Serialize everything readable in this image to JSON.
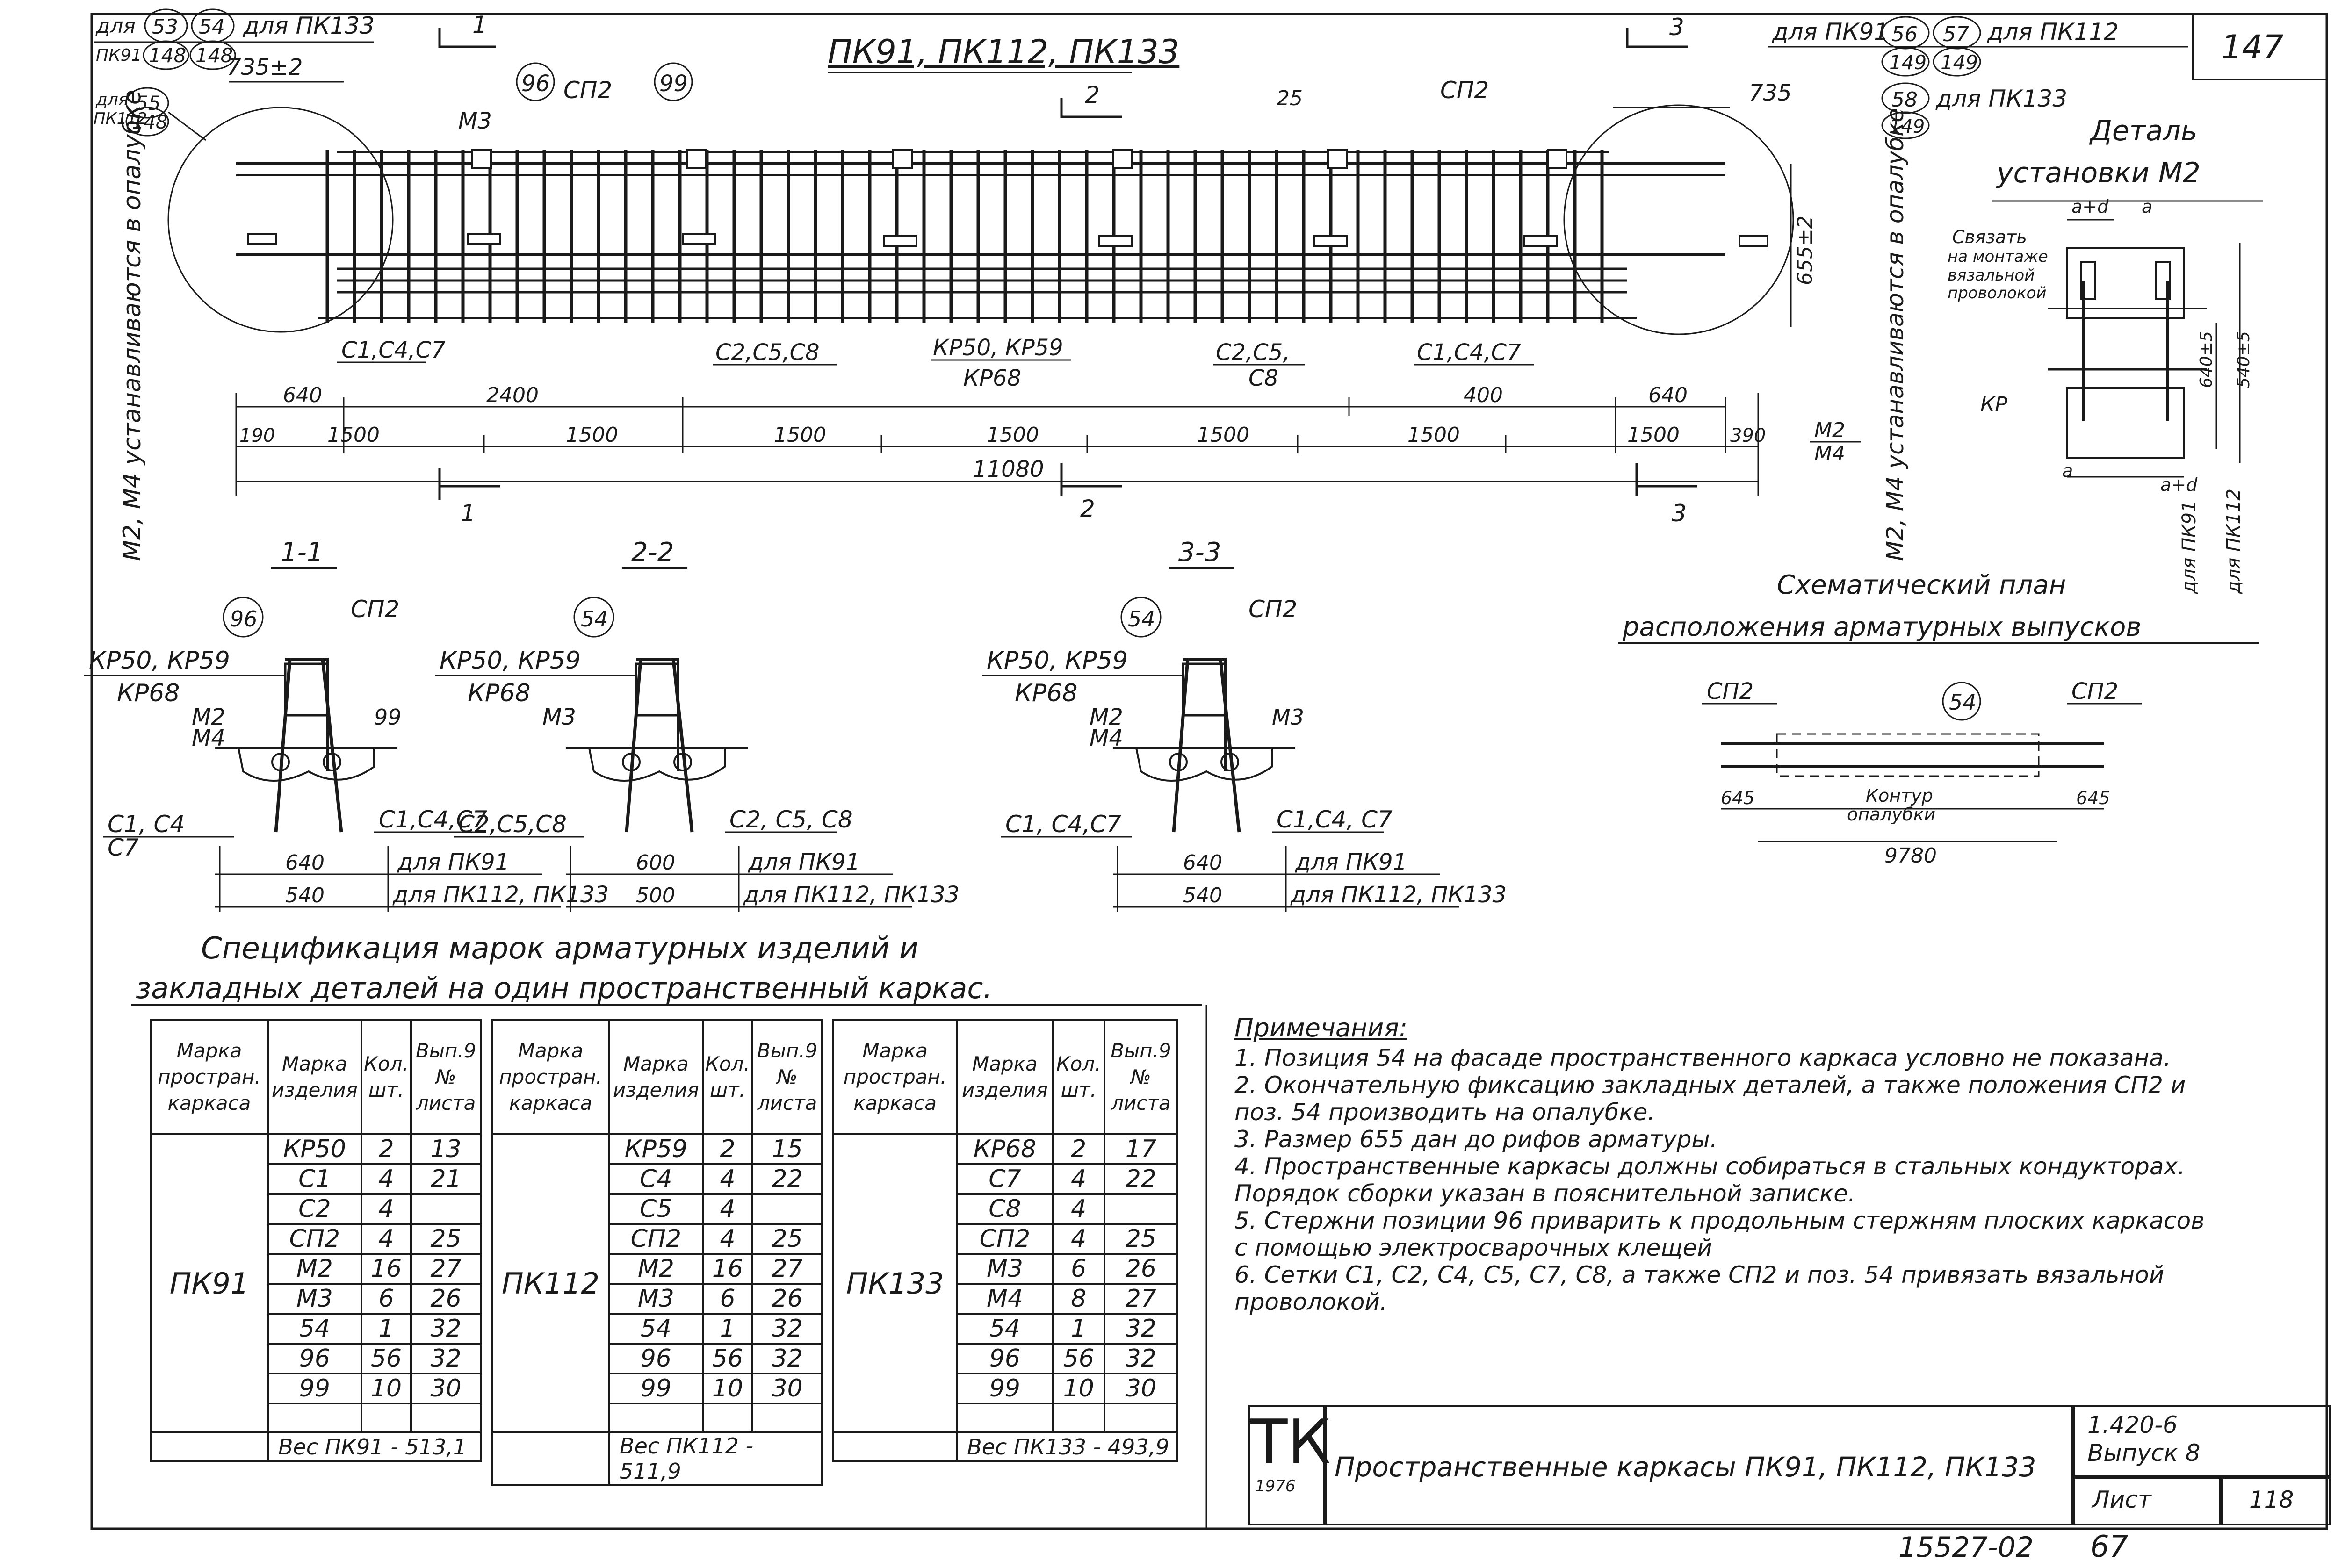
{
  "sheet": {
    "corner_number": "147",
    "heading": "ПК91, ПК112, ПК133",
    "footer_code": "15527-02",
    "footer_page": "67"
  },
  "elevation": {
    "callouts_left": [
      {
        "label": "для",
        "a": "53",
        "b": "54",
        "suffix": "для ПК133"
      },
      {
        "label": "ПК91",
        "a": "148",
        "b": "148",
        "suffix": ""
      },
      {
        "label": "для ПК112",
        "a": "55",
        "b": "148",
        "suffix": ""
      }
    ],
    "callouts_right": [
      {
        "prefix": "для ПК91",
        "a": "56",
        "b": "149"
      },
      {
        "prefix": "",
        "a": "57",
        "b": "149",
        "suffix": "для ПК112"
      },
      {
        "prefix": "",
        "a": "58",
        "b": "149",
        "suffix": "для ПК133"
      }
    ],
    "dim_735_left": "735±2",
    "dim_735_right": "735",
    "dim_25": "25",
    "dim_655": "655±2",
    "labels": {
      "m3": "М3",
      "sp2_left": "СП2",
      "sp2_right": "СП2",
      "pos96": "96",
      "pos99": "99",
      "c147_left": "С1,С4,С7",
      "c258_left": "С2,С5,С8",
      "kp": "КР50, КР59",
      "kp68": "КР68",
      "c258_right_a": "С2,С5,",
      "c258_right_b": "С8",
      "c147_right": "С1,С4,С7"
    },
    "dims_row1": [
      "640",
      "2400",
      "400",
      "640"
    ],
    "dims_row2": [
      "190",
      "1500",
      "1500",
      "1500",
      "1500",
      "1500",
      "1500",
      "1500",
      "390"
    ],
    "total": "11080",
    "m2m4_right": [
      "М2",
      "М4"
    ],
    "left_vertical_note": "М2, М4 устанавливаются в опалубке",
    "right_vertical_note": "М2, М4 устанавливаются в опалубке",
    "sections": [
      "1",
      "2",
      "3"
    ]
  },
  "detail": {
    "title_a": "Деталь",
    "title_b": "установки М2",
    "tie_note": [
      "Связать",
      "на монтаже",
      "вязальной",
      "проволокой"
    ],
    "kp": "КР",
    "a_plus_d": "а+d",
    "a": "а",
    "dim_640": "640±5",
    "dim_540": "540±5",
    "for_pk91": "для ПК91",
    "for_pk112": "для ПК112"
  },
  "plan": {
    "title_a": "Схематический план",
    "title_b": "расположения арматурных выпусков",
    "sp2_left": "СП2",
    "sp2_right": "СП2",
    "pos": "54",
    "contour": "Контур",
    "formwork": "опалубки",
    "dim_left": "645",
    "dim_right": "645",
    "dim_total": "9780"
  },
  "sections": [
    {
      "title": "1-1",
      "pos": "96",
      "sp": "СП2",
      "kp": "КР50, КР59",
      "kp68": "КР68",
      "m": "М2",
      "m4": "М4",
      "pos2": "99",
      "c_left": "С1, С4",
      "c_left2": "С7",
      "c_right": "С1,С4,С7",
      "w1": "640",
      "w1_note": "для ПК91",
      "w2": "540",
      "w2_note": "для ПК112, ПК133"
    },
    {
      "title": "2-2",
      "pos": "54",
      "sp": "",
      "kp": "КР50, КР59",
      "kp68": "КР68",
      "m": "М3",
      "m4": "",
      "pos2": "",
      "c_left": "С2,С5,С8",
      "c_left2": "",
      "c_right": "С2, С5, С8",
      "w1": "600",
      "w1_note": "для ПК91",
      "w2": "500",
      "w2_note": "для ПК112, ПК133"
    },
    {
      "title": "3-3",
      "pos": "54",
      "sp": "СП2",
      "kp": "КР50, КР59",
      "kp68": "КР68",
      "m": "М2",
      "m4": "М4",
      "pos2": "М3",
      "c_left": "С1, С4,С7",
      "c_left2": "",
      "c_right": "С1,С4, С7",
      "w1": "640",
      "w1_note": "для ПК91",
      "w2": "540",
      "w2_note": "для ПК112, ПК133"
    }
  ],
  "spec": {
    "title_a": "Спецификация марок арматурных изделий и",
    "title_b": "закладных деталей на один пространственный каркас.",
    "headers": [
      "Марка простран. каркаса",
      "Марка изделия",
      "Кол. шт.",
      "Вып.9 № листа"
    ],
    "tables": [
      {
        "mark": "ПК91",
        "rows": [
          [
            "КР50",
            "2",
            "13"
          ],
          [
            "С1",
            "4",
            "21"
          ],
          [
            "С2",
            "4",
            ""
          ],
          [
            "СП2",
            "4",
            "25"
          ],
          [
            "М2",
            "16",
            "27"
          ],
          [
            "М3",
            "6",
            "26"
          ],
          [
            "54",
            "1",
            "32"
          ],
          [
            "96",
            "56",
            "32"
          ],
          [
            "99",
            "10",
            "30"
          ],
          [
            "",
            "",
            ""
          ]
        ],
        "weight": "Вес ПК91 - 513,1"
      },
      {
        "mark": "ПК112",
        "rows": [
          [
            "КР59",
            "2",
            "15"
          ],
          [
            "С4",
            "4",
            "22"
          ],
          [
            "С5",
            "4",
            ""
          ],
          [
            "СП2",
            "4",
            "25"
          ],
          [
            "М2",
            "16",
            "27"
          ],
          [
            "М3",
            "6",
            "26"
          ],
          [
            "54",
            "1",
            "32"
          ],
          [
            "96",
            "56",
            "32"
          ],
          [
            "99",
            "10",
            "30"
          ],
          [
            "",
            "",
            ""
          ]
        ],
        "weight": "Вес ПК112 - 511,9"
      },
      {
        "mark": "ПК133",
        "rows": [
          [
            "КР68",
            "2",
            "17"
          ],
          [
            "С7",
            "4",
            "22"
          ],
          [
            "С8",
            "4",
            ""
          ],
          [
            "СП2",
            "4",
            "25"
          ],
          [
            "М3",
            "6",
            "26"
          ],
          [
            "М4",
            "8",
            "27"
          ],
          [
            "54",
            "1",
            "32"
          ],
          [
            "96",
            "56",
            "32"
          ],
          [
            "99",
            "10",
            "30"
          ],
          [
            "",
            "",
            ""
          ]
        ],
        "weight": "Вес ПК133 - 493,9"
      }
    ]
  },
  "notes": {
    "title": "Примечания:",
    "items": [
      "1. Позиция 54 на фасаде пространственного каркаса условно не показана.",
      "2. Окончательную фиксацию закладных деталей, а также положения СП2 и поз. 54 производить на опалубке.",
      "3. Размер 655 дан до рифов арматуры.",
      "4. Пространственные каркасы должны собираться в стальных кондукторах. Порядок сборки указан в пояснительной записке.",
      "5. Стержни позиции 96 приварить к продольным стержням плоских каркасов с помощью электросварочных клещей",
      "6. Сетки С1, С2, С4, С5, С7, С8, а также СП2 и поз. 54 привязать вязальной проволокой."
    ]
  },
  "title_block": {
    "logo": "ТК",
    "year": "1976",
    "name": "Пространственные каркасы ПК91, ПК112, ПК133",
    "series": "1.420-6",
    "issue": "Выпуск 8",
    "sheet_label": "Лист",
    "sheet_no": "118"
  }
}
